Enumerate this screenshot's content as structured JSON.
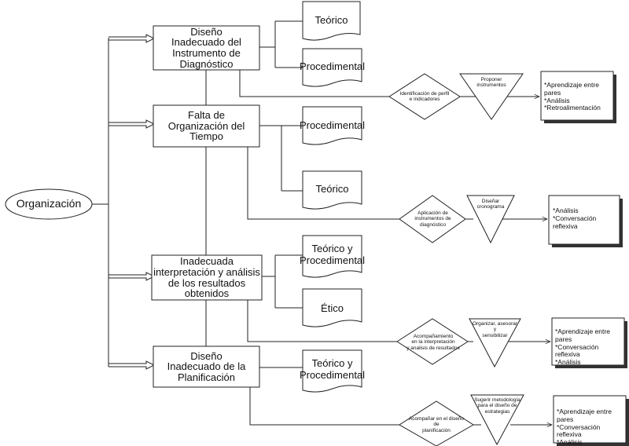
{
  "root": {
    "label": "Organización"
  },
  "problems": [
    {
      "label": "Diseño\nInadecuado del\nInstrumento de\nDiagnóstico"
    },
    {
      "label": "Falta de\nOrganización del\nTiempo"
    },
    {
      "label": "Inadecuada\ninterpretación y análisis\nde los resultados obtenidos"
    },
    {
      "label": "Diseño\nInadecuado de la\nPlanificación"
    }
  ],
  "documents": [
    {
      "label": "Teórico"
    },
    {
      "label": "Procedimental"
    },
    {
      "label": "Procedimental"
    },
    {
      "label": "Teórico"
    },
    {
      "label": "Teórico y\nProcedimental"
    },
    {
      "label": "Ético"
    },
    {
      "label": "Teórico y\nProcedimental"
    }
  ],
  "decisions": [
    {
      "label": "Identificación de perfil\ne indicadores"
    },
    {
      "label": "Aplicación de\ninstrumentos de\ndiagnóstico"
    },
    {
      "label": "Acompañamiento\nen la interpretación\ny analisis de resultados"
    },
    {
      "label": "Acompañar en el diseño\nde\nplanificación"
    }
  ],
  "actions": [
    {
      "label": "Proponer\ninstrumentos"
    },
    {
      "label": "Diseñar\ncronograma"
    },
    {
      "label": "Organizar, asesorar\ny\nsensibilizar"
    },
    {
      "label": "Sugerir metodología\npara el diseño de\nestrategias"
    }
  ],
  "outcomes": [
    {
      "label": "*Aprendizaje entre pares\n*Análisis\n*Retroalimentación"
    },
    {
      "label": "*Análisis\n*Conversación reflexiva"
    },
    {
      "label": "*Aprendizaje entre pares\n*Conversación reflexiva\n*Análisis"
    },
    {
      "label": "*Aprendizaje entre pares\n*Conversación reflexiva\n*Análisis"
    }
  ]
}
